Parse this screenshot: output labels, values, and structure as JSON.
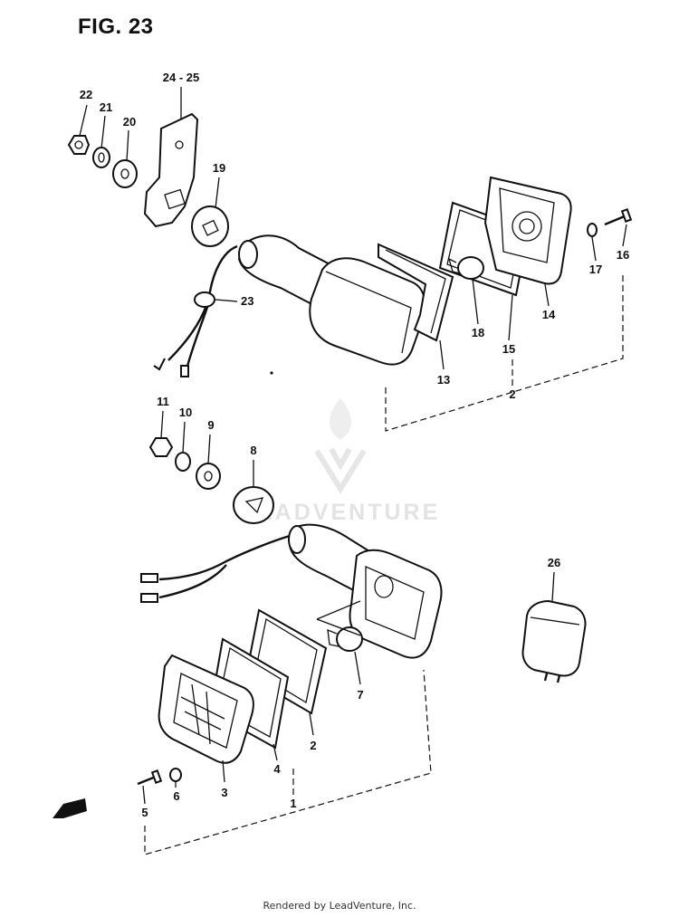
{
  "figure": {
    "title": "FIG. 23"
  },
  "watermark": {
    "text": "LEADVENTURE"
  },
  "footer": {
    "text": "Rendered by LeadVenture, Inc."
  },
  "callouts": {
    "p1": "1",
    "p2a": "2",
    "p2b": "2",
    "p3": "3",
    "p4": "4",
    "p5": "5",
    "p6": "6",
    "p7": "7",
    "p8": "8",
    "p9": "9",
    "p10": "10",
    "p11": "11",
    "p13": "13",
    "p14": "14",
    "p15": "15",
    "p16": "16",
    "p17": "17",
    "p18": "18",
    "p19": "19",
    "p20": "20",
    "p21": "21",
    "p22": "22",
    "p23": "23",
    "p24_25": "24 - 25",
    "p26": "26"
  },
  "colors": {
    "line": "#111111",
    "background": "#ffffff",
    "watermark": "#e3e3e3"
  }
}
